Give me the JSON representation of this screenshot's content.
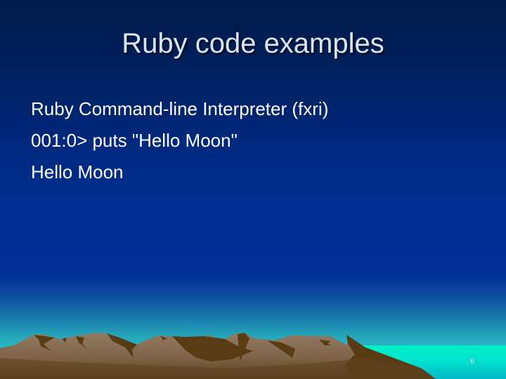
{
  "slide": {
    "title": "Ruby code examples",
    "lines": [
      "Ruby Command-line Interpreter (fxri)",
      "001:0> puts \"Hello Moon\"",
      "Hello Moon"
    ],
    "page_number": "6"
  },
  "theme": {
    "background_top": "#001a4a",
    "background_mid": "#003096",
    "horizon": "#28b4c4",
    "sea": "#00f0c8",
    "mountain_light": "#8c7258",
    "mountain_dark": "#5a3c14",
    "title_color": "#d8e6ff",
    "text_color": "#ffffff"
  }
}
